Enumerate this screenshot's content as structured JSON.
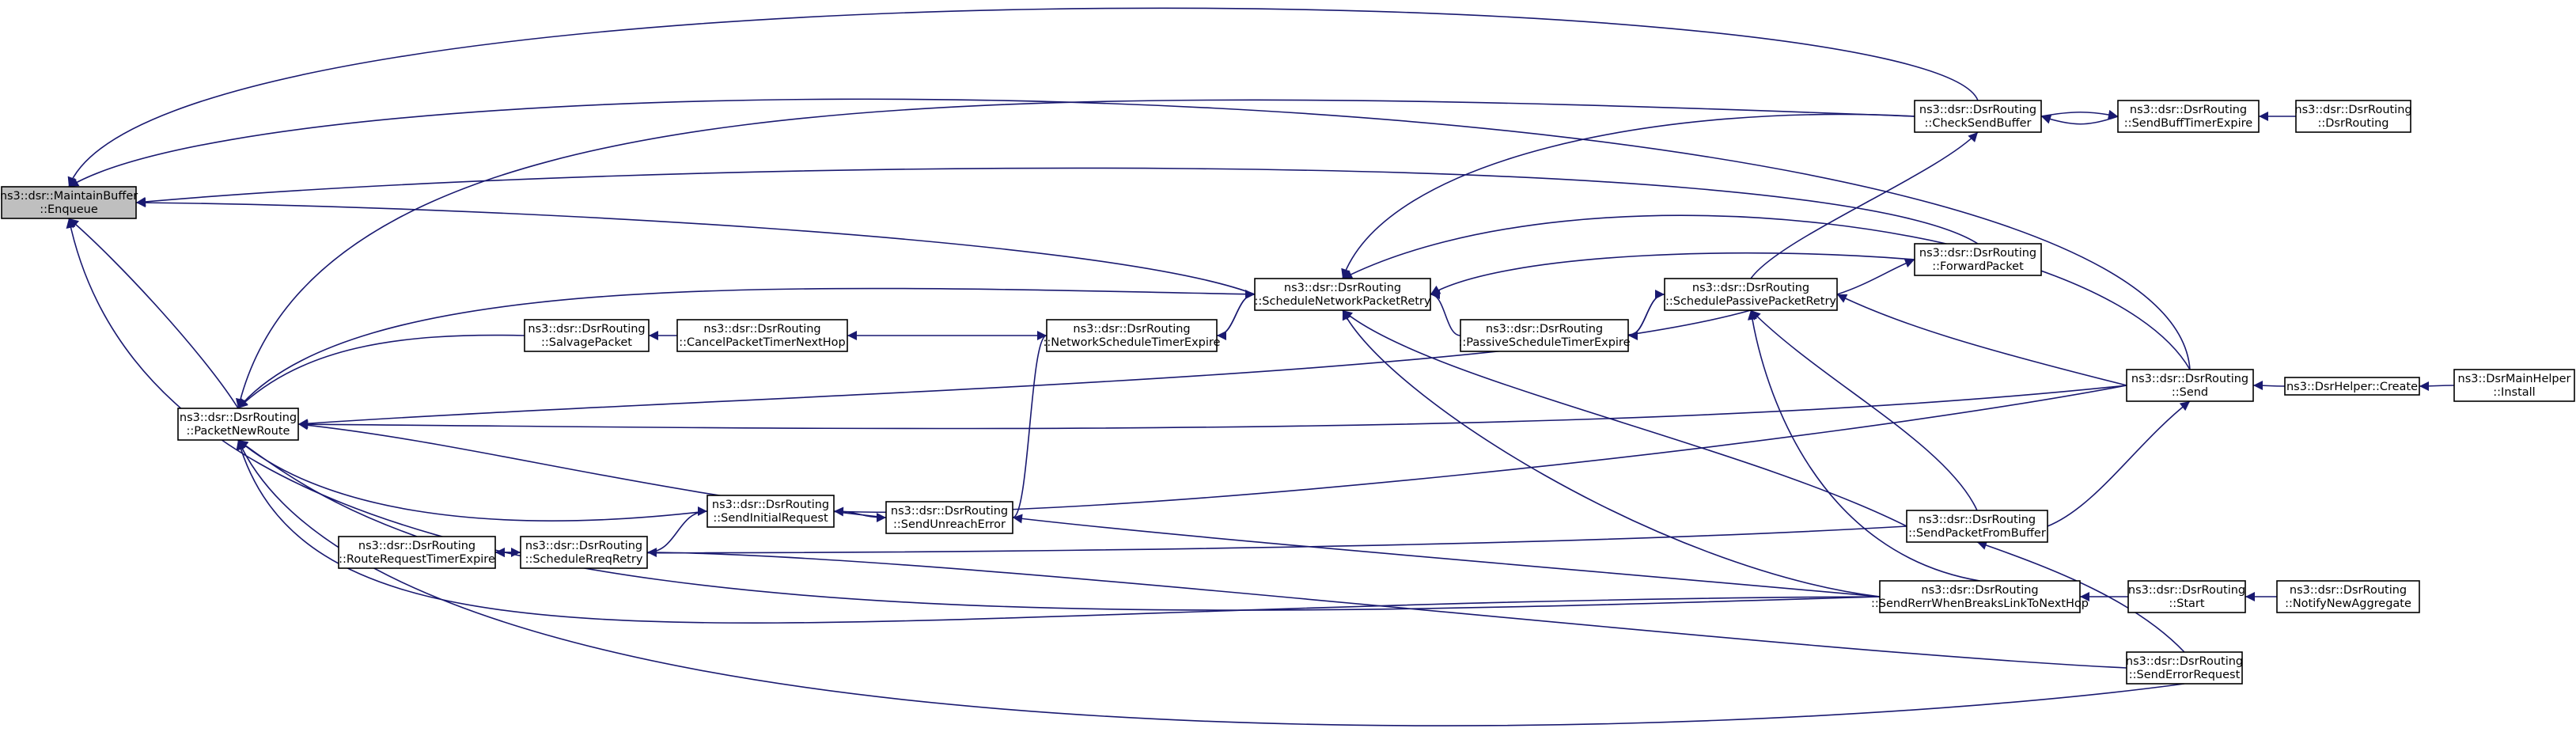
{
  "graph": {
    "colors": {
      "edge": "#191970",
      "node_border": "#000000",
      "node_fill": "#ffffff",
      "highlight_fill": "#bfbfbf"
    },
    "nodes": [
      {
        "id": "enqueue",
        "line1": "ns3::dsr::MaintainBuffer",
        "line2": "::Enqueue",
        "highlight": true
      },
      {
        "id": "packetnewroute",
        "line1": "ns3::dsr::DsrRouting",
        "line2": "::PacketNewRoute"
      },
      {
        "id": "salvage",
        "line1": "ns3::dsr::DsrRouting",
        "line2": "::SalvagePacket"
      },
      {
        "id": "cancel",
        "line1": "ns3::dsr::DsrRouting",
        "line2": "::CancelPacketTimerNextHop"
      },
      {
        "id": "netsched",
        "line1": "ns3::dsr::DsrRouting",
        "line2": "::NetworkScheduleTimerExpire"
      },
      {
        "id": "schednet",
        "line1": "ns3::dsr::DsrRouting",
        "line2": "::ScheduleNetworkPacketRetry"
      },
      {
        "id": "passive",
        "line1": "ns3::dsr::DsrRouting",
        "line2": "::PassiveScheduleTimerExpire"
      },
      {
        "id": "schedpass",
        "line1": "ns3::dsr::DsrRouting",
        "line2": "::SchedulePassivePacketRetry"
      },
      {
        "id": "check",
        "line1": "ns3::dsr::DsrRouting",
        "line2": "::CheckSendBuffer"
      },
      {
        "id": "sendbuff",
        "line1": "ns3::dsr::DsrRouting",
        "line2": "::SendBuffTimerExpire"
      },
      {
        "id": "ctor",
        "line1": "ns3::dsr::DsrRouting",
        "line2": "::DsrRouting"
      },
      {
        "id": "forward",
        "line1": "ns3::dsr::DsrRouting",
        "line2": "::ForwardPacket"
      },
      {
        "id": "send",
        "line1": "ns3::dsr::DsrRouting",
        "line2": "::Send"
      },
      {
        "id": "helpercreate",
        "line1": "ns3::DsrHelper::Create",
        "line2": ""
      },
      {
        "id": "mainhelper",
        "line1": "ns3::DsrMainHelper",
        "line2": "::Install"
      },
      {
        "id": "unreach",
        "line1": "ns3::dsr::DsrRouting",
        "line2": "::SendUnreachError"
      },
      {
        "id": "initial",
        "line1": "ns3::dsr::DsrRouting",
        "line2": "::SendInitialRequest"
      },
      {
        "id": "rrte",
        "line1": "ns3::dsr::DsrRouting",
        "line2": "::RouteRequestTimerExpire"
      },
      {
        "id": "reqretry",
        "line1": "ns3::dsr::DsrRouting",
        "line2": "::ScheduleRreqRetry"
      },
      {
        "id": "fromBuffer",
        "line1": "ns3::dsr::DsrRouting",
        "line2": "::SendPacketFromBuffer"
      },
      {
        "id": "rerr",
        "line1": "ns3::dsr::DsrRouting",
        "line2": "::SendRerrWhenBreaksLinkToNextHop"
      },
      {
        "id": "start",
        "line1": "ns3::dsr::DsrRouting",
        "line2": "::Start"
      },
      {
        "id": "notify",
        "line1": "ns3::dsr::DsrRouting",
        "line2": "::NotifyNewAggregate"
      },
      {
        "id": "errreq",
        "line1": "ns3::dsr::DsrRouting",
        "line2": "::SendErrorRequest"
      }
    ],
    "edges": [
      {
        "from": "check",
        "to": "enqueue"
      },
      {
        "from": "send",
        "to": "enqueue"
      },
      {
        "from": "forward",
        "to": "enqueue"
      },
      {
        "from": "schednet",
        "to": "enqueue"
      },
      {
        "from": "packetnewroute",
        "to": "enqueue"
      },
      {
        "from": "rerr",
        "to": "enqueue"
      },
      {
        "from": "check",
        "to": "packetnewroute"
      },
      {
        "from": "salvage",
        "to": "packetnewroute"
      },
      {
        "from": "schednet",
        "to": "packetnewroute"
      },
      {
        "from": "schedpass",
        "to": "packetnewroute"
      },
      {
        "from": "send",
        "to": "packetnewroute"
      },
      {
        "from": "unreach",
        "to": "packetnewroute"
      },
      {
        "from": "initial",
        "to": "packetnewroute"
      },
      {
        "from": "rrte",
        "to": "packetnewroute"
      },
      {
        "from": "rerr",
        "to": "packetnewroute"
      },
      {
        "from": "errreq",
        "to": "packetnewroute"
      },
      {
        "from": "cancel",
        "to": "salvage"
      },
      {
        "from": "netsched",
        "to": "cancel"
      },
      {
        "from": "schednet",
        "to": "netsched"
      },
      {
        "from": "unreach",
        "to": "netsched"
      },
      {
        "from": "netsched",
        "to": "schednet"
      },
      {
        "from": "passive",
        "to": "schednet"
      },
      {
        "from": "check",
        "to": "schednet"
      },
      {
        "from": "forward",
        "to": "schednet"
      },
      {
        "from": "send",
        "to": "schednet"
      },
      {
        "from": "fromBuffer",
        "to": "schednet"
      },
      {
        "from": "rerr",
        "to": "schednet"
      },
      {
        "from": "schedpass",
        "to": "passive"
      },
      {
        "from": "passive",
        "to": "schedpass"
      },
      {
        "from": "fromBuffer",
        "to": "schedpass"
      },
      {
        "from": "send",
        "to": "schedpass"
      },
      {
        "from": "rerr",
        "to": "schedpass"
      },
      {
        "from": "sendbuff",
        "to": "check"
      },
      {
        "from": "schedpass",
        "to": "check"
      },
      {
        "from": "check",
        "to": "sendbuff"
      },
      {
        "from": "ctor",
        "to": "sendbuff"
      },
      {
        "from": "schedpass",
        "to": "forward"
      },
      {
        "from": "helpercreate",
        "to": "send"
      },
      {
        "from": "mainhelper",
        "to": "helpercreate"
      },
      {
        "from": "fromBuffer",
        "to": "send"
      },
      {
        "from": "initial",
        "to": "unreach"
      },
      {
        "from": "rerr",
        "to": "unreach"
      },
      {
        "from": "reqretry",
        "to": "initial"
      },
      {
        "from": "send",
        "to": "initial"
      },
      {
        "from": "reqretry",
        "to": "rrte"
      },
      {
        "from": "fromBuffer",
        "to": "rrte"
      },
      {
        "from": "rrte",
        "to": "reqretry"
      },
      {
        "from": "errreq",
        "to": "reqretry"
      },
      {
        "from": "errreq",
        "to": "fromBuffer"
      },
      {
        "from": "start",
        "to": "rerr"
      },
      {
        "from": "notify",
        "to": "start"
      }
    ]
  }
}
